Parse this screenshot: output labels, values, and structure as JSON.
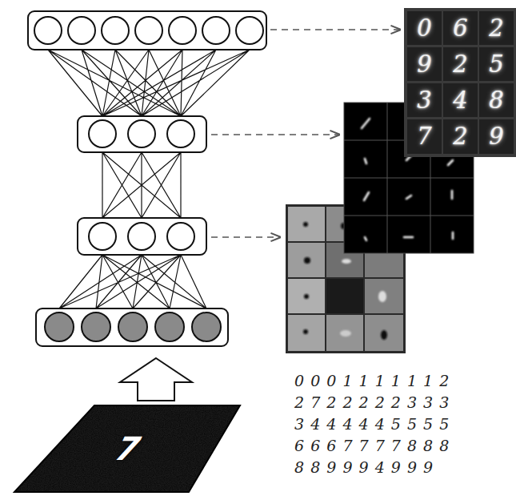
{
  "diagram": {
    "labels": [
      "0",
      "6",
      "2",
      "9",
      "2",
      "5",
      "3",
      "4",
      "8",
      "7",
      "2",
      "9",
      "0 0 0 1 1 1 1 1 1 2",
      "2 7 2 2 2 2 2 3 3 3",
      "3 4 4 4 4 4 5 5 5 5",
      "6 6 6 7 7 7 7 8 8 8",
      "8 8 9 9 9 4 9 9 9",
      "7"
    ]
  }
}
